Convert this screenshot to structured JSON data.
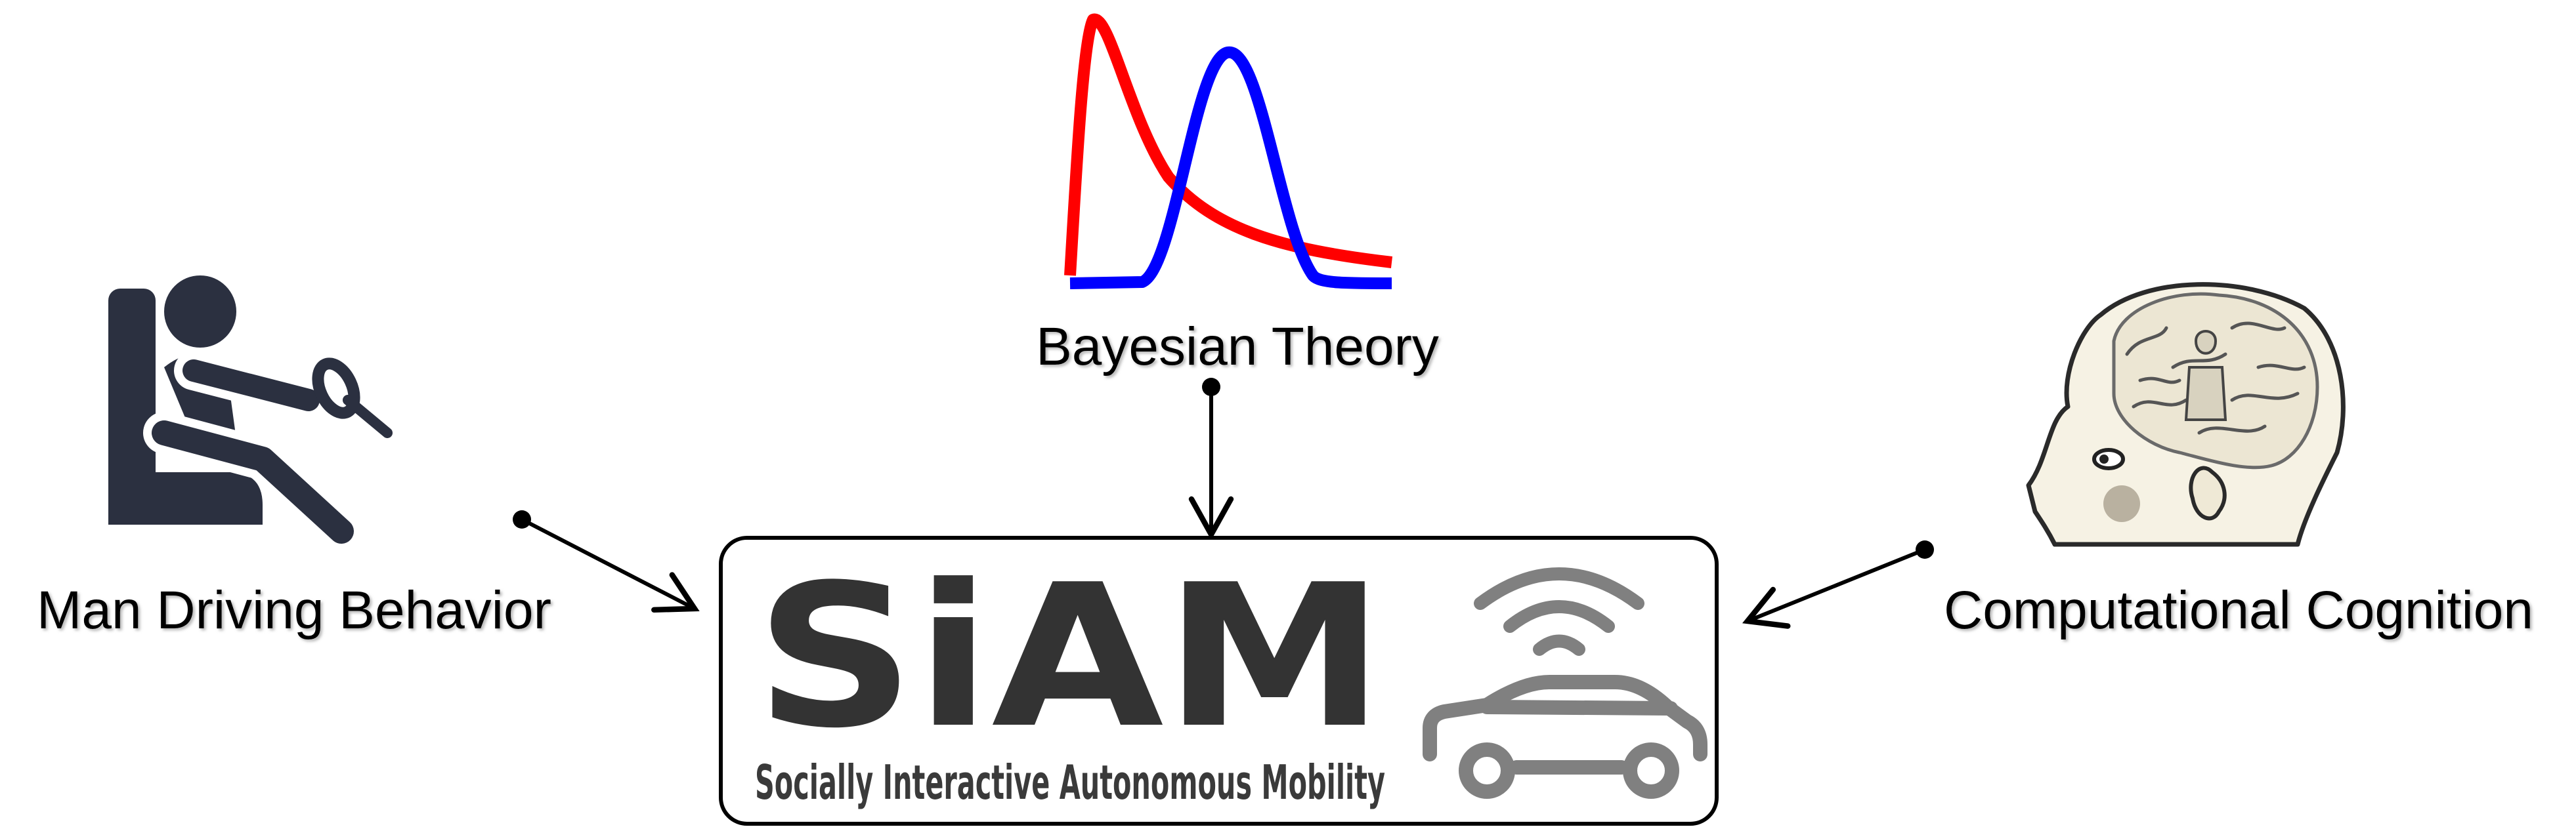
{
  "labels": {
    "bayesian": "Bayesian Theory",
    "driving": "Man Driving Behavior",
    "cognition": "Computational Cognition"
  },
  "logo": {
    "wordmark": "SiAM",
    "tagline": "Socially Interactive Autonomous Mobility"
  },
  "icons": {
    "driver": "driver-seat-icon",
    "brain": "head-brain-icon",
    "car": "connected-car-icon",
    "wifi": "wifi-signal-icon"
  },
  "colors": {
    "red_curve": "#ff0000",
    "blue_curve": "#0000ff",
    "driver_icon": "#2b3040",
    "logo_dark": "#333333",
    "car_gray": "#808080",
    "arrow": "#000000"
  }
}
